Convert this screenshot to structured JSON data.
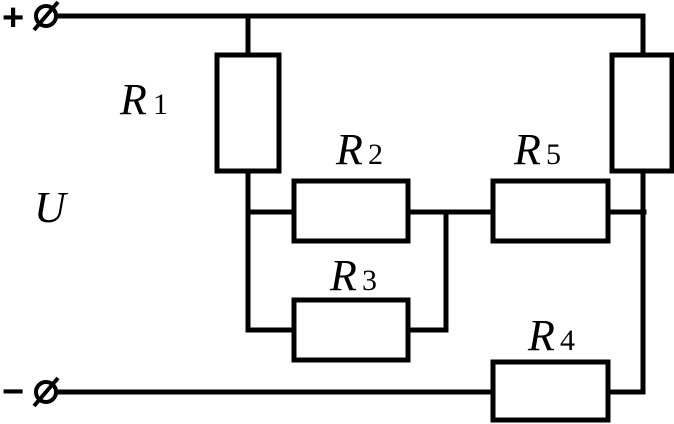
{
  "terminals": {
    "positive": "+",
    "negative": "−"
  },
  "voltage": {
    "label": "U"
  },
  "resistors": [
    {
      "letter": "R",
      "index": "1"
    },
    {
      "letter": "R",
      "index": "2"
    },
    {
      "letter": "R",
      "index": "3"
    },
    {
      "letter": "R",
      "index": "4"
    },
    {
      "letter": "R",
      "index": "5"
    }
  ]
}
